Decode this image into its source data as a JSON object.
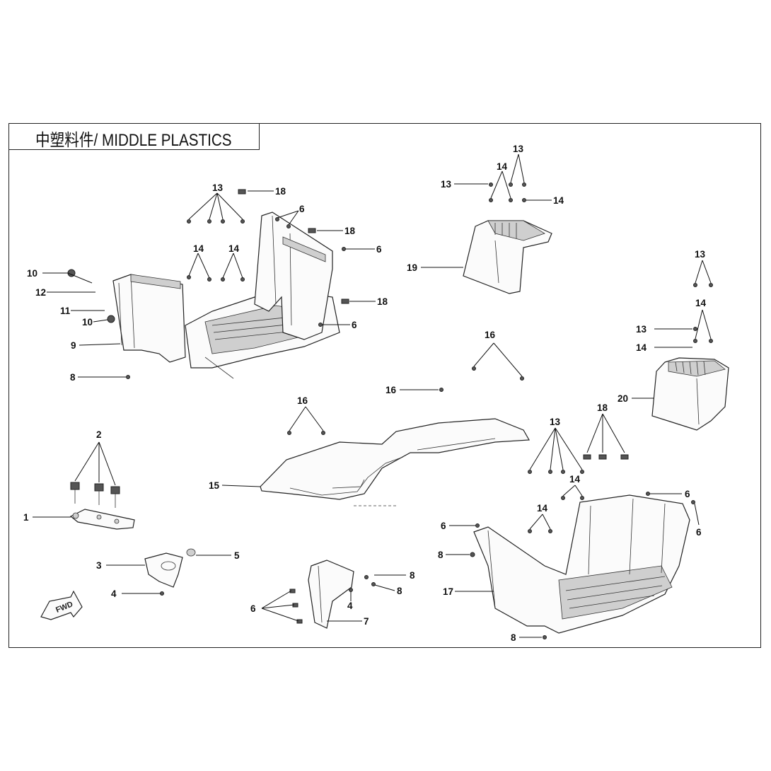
{
  "title": "中塑料件/ MIDDLE PLASTICS",
  "fwd_label": "FWD",
  "callouts": [
    {
      "id": "lbl-13-a",
      "text": "13"
    },
    {
      "id": "lbl-18-a",
      "text": "18"
    },
    {
      "id": "lbl-6-a",
      "text": "6"
    },
    {
      "id": "lbl-18-b",
      "text": "18"
    },
    {
      "id": "lbl-6-b",
      "text": "6"
    },
    {
      "id": "lbl-14-a",
      "text": "14"
    },
    {
      "id": "lbl-14-b",
      "text": "14"
    },
    {
      "id": "lbl-10-a",
      "text": "10"
    },
    {
      "id": "lbl-12",
      "text": "12"
    },
    {
      "id": "lbl-18-c",
      "text": "18"
    },
    {
      "id": "lbl-11",
      "text": "11"
    },
    {
      "id": "lbl-10-b",
      "text": "10"
    },
    {
      "id": "lbl-6-c",
      "text": "6"
    },
    {
      "id": "lbl-9",
      "text": "9"
    },
    {
      "id": "lbl-8-a",
      "text": "8"
    },
    {
      "id": "lbl-13-b",
      "text": "13"
    },
    {
      "id": "lbl-14-c",
      "text": "14"
    },
    {
      "id": "lbl-13-c",
      "text": "13"
    },
    {
      "id": "lbl-14-d",
      "text": "14"
    },
    {
      "id": "lbl-19",
      "text": "19"
    },
    {
      "id": "lbl-13-d",
      "text": "13"
    },
    {
      "id": "lbl-14-e",
      "text": "14"
    },
    {
      "id": "lbl-13-e",
      "text": "13"
    },
    {
      "id": "lbl-14-f",
      "text": "14"
    },
    {
      "id": "lbl-20",
      "text": "20"
    },
    {
      "id": "lbl-16-a",
      "text": "16"
    },
    {
      "id": "lbl-16-b",
      "text": "16"
    },
    {
      "id": "lbl-16-c",
      "text": "16"
    },
    {
      "id": "lbl-15",
      "text": "15"
    },
    {
      "id": "lbl-2",
      "text": "2"
    },
    {
      "id": "lbl-1",
      "text": "1"
    },
    {
      "id": "lbl-3",
      "text": "3"
    },
    {
      "id": "lbl-5",
      "text": "5"
    },
    {
      "id": "lbl-4-a",
      "text": "4"
    },
    {
      "id": "lbl-8-b",
      "text": "8"
    },
    {
      "id": "lbl-8-c",
      "text": "8"
    },
    {
      "id": "lbl-6-d",
      "text": "6"
    },
    {
      "id": "lbl-4-b",
      "text": "4"
    },
    {
      "id": "lbl-7",
      "text": "7"
    },
    {
      "id": "lbl-13-f",
      "text": "13"
    },
    {
      "id": "lbl-18-d",
      "text": "18"
    },
    {
      "id": "lbl-14-g",
      "text": "14"
    },
    {
      "id": "lbl-14-h",
      "text": "14"
    },
    {
      "id": "lbl-6-e",
      "text": "6"
    },
    {
      "id": "lbl-6-f",
      "text": "6"
    },
    {
      "id": "lbl-6-g",
      "text": "6"
    },
    {
      "id": "lbl-8-d",
      "text": "8"
    },
    {
      "id": "lbl-17",
      "text": "17"
    },
    {
      "id": "lbl-8-e",
      "text": "8"
    }
  ]
}
